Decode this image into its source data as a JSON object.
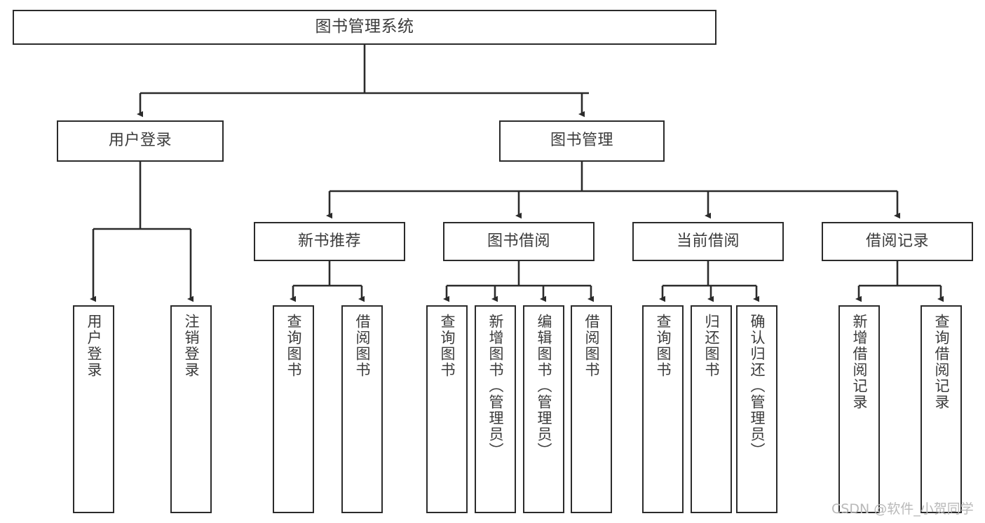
{
  "diagram": {
    "type": "hierarchy-tree",
    "title": "图书管理系统",
    "watermark": "CSDN @软件_小贺同学",
    "colors": {
      "node_border": "#2b2b2b",
      "node_fill": "#ffffff",
      "edge": "#2b2b2b",
      "text": "#3b3b3b",
      "watermark": "#b9b9b9",
      "background": "#ffffff"
    },
    "nodes": {
      "root": {
        "label": "图书管理系统"
      },
      "level2": [
        {
          "id": "user-login",
          "label": "用户登录"
        },
        {
          "id": "book-manage",
          "label": "图书管理"
        }
      ],
      "level3": [
        {
          "id": "new-book-recommend",
          "label": "新书推荐"
        },
        {
          "id": "book-borrow",
          "label": "图书借阅"
        },
        {
          "id": "current-borrow",
          "label": "当前借阅"
        },
        {
          "id": "borrow-record",
          "label": "借阅记录"
        }
      ],
      "leaves": {
        "user-login": [
          {
            "id": "leaf-user-login",
            "label": "用户登录"
          },
          {
            "id": "leaf-logout-login",
            "label": "注销登录"
          }
        ],
        "new-book-recommend": [
          {
            "id": "leaf-query-book-1",
            "label": "查询图书"
          },
          {
            "id": "leaf-borrow-book-1",
            "label": "借阅图书"
          }
        ],
        "book-borrow": [
          {
            "id": "leaf-query-book-2",
            "label": "查询图书"
          },
          {
            "id": "leaf-add-book",
            "label": "新增图书（管理员）"
          },
          {
            "id": "leaf-edit-book",
            "label": "编辑图书（管理员）"
          },
          {
            "id": "leaf-borrow-book-2",
            "label": "借阅图书"
          }
        ],
        "current-borrow": [
          {
            "id": "leaf-query-book-3",
            "label": "查询图书"
          },
          {
            "id": "leaf-return-book",
            "label": "归还图书"
          },
          {
            "id": "leaf-confirm-return",
            "label": "确认归还（管理员）"
          }
        ],
        "borrow-record": [
          {
            "id": "leaf-add-record",
            "label": "新增借阅记录"
          },
          {
            "id": "leaf-query-record",
            "label": "查询借阅记录"
          }
        ]
      }
    }
  }
}
